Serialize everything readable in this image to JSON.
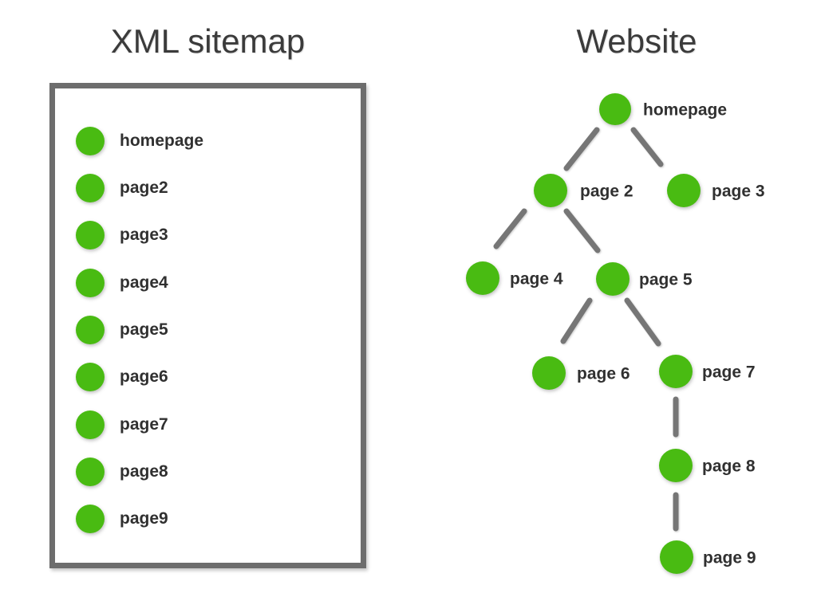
{
  "colors": {
    "node": "#49bb12",
    "edge": "#767676",
    "box_border": "#6d6d6d",
    "title": "#3b3b3b",
    "label": "#303030"
  },
  "sitemap_panel": {
    "title": "XML sitemap",
    "items": [
      {
        "label": "homepage"
      },
      {
        "label": "page2"
      },
      {
        "label": "page3"
      },
      {
        "label": "page4"
      },
      {
        "label": "page5"
      },
      {
        "label": "page6"
      },
      {
        "label": "page7"
      },
      {
        "label": "page8"
      },
      {
        "label": "page9"
      }
    ]
  },
  "website_panel": {
    "title": "Website",
    "nodes": [
      {
        "id": "homepage",
        "label": "homepage"
      },
      {
        "id": "page-2",
        "label": "page 2"
      },
      {
        "id": "page-3",
        "label": "page 3"
      },
      {
        "id": "page-4",
        "label": "page 4"
      },
      {
        "id": "page-5",
        "label": "page 5"
      },
      {
        "id": "page-6",
        "label": "page 6"
      },
      {
        "id": "page-7",
        "label": "page 7"
      },
      {
        "id": "page-8",
        "label": "page 8"
      },
      {
        "id": "page-9",
        "label": "page 9"
      }
    ],
    "edges": [
      {
        "from": "homepage",
        "to": "page-2"
      },
      {
        "from": "homepage",
        "to": "page-3"
      },
      {
        "from": "page-2",
        "to": "page-4"
      },
      {
        "from": "page-2",
        "to": "page-5"
      },
      {
        "from": "page-5",
        "to": "page-6"
      },
      {
        "from": "page-5",
        "to": "page-7"
      },
      {
        "from": "page-7",
        "to": "page-8"
      },
      {
        "from": "page-8",
        "to": "page-9"
      }
    ]
  }
}
